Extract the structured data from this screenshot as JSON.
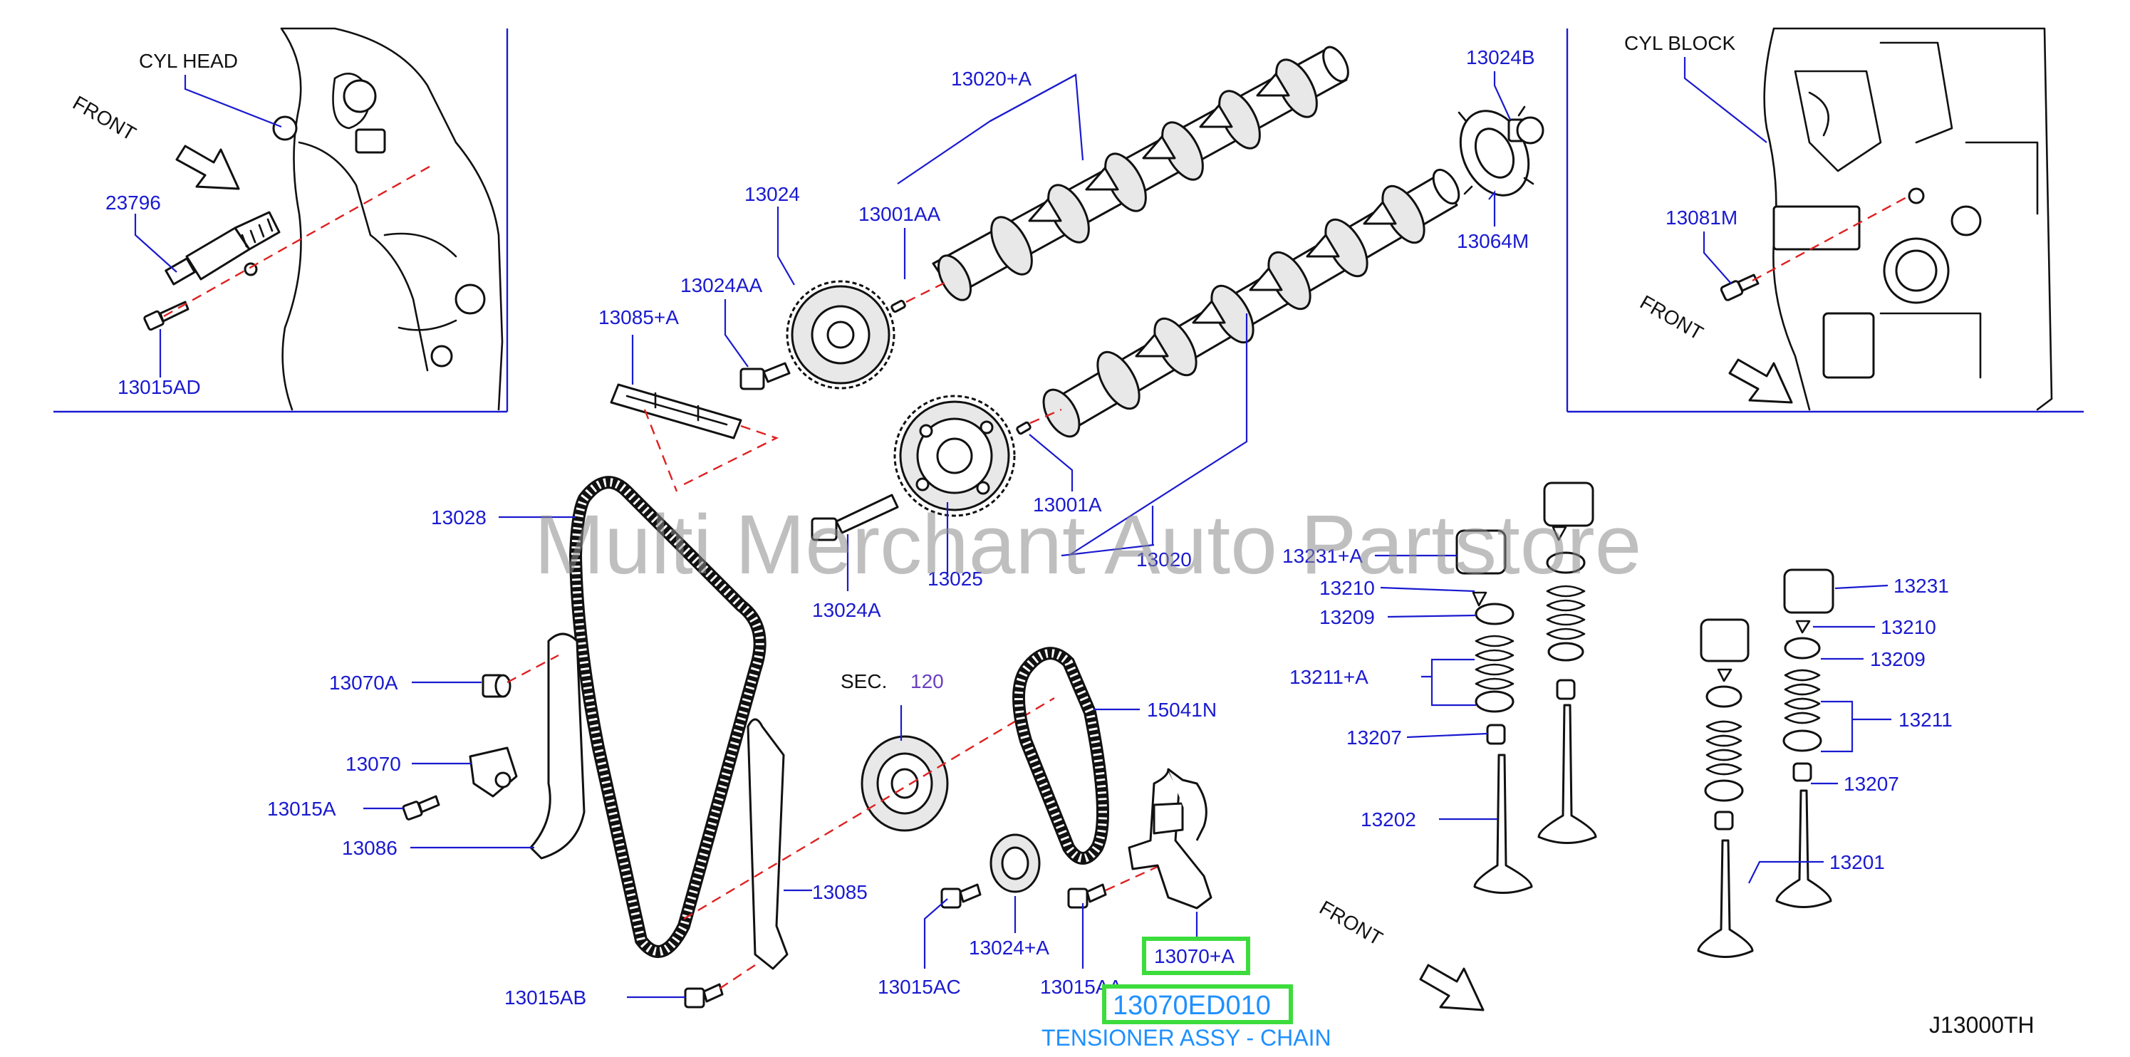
{
  "watermark": "Multi Merchant Auto Partstore",
  "diagram_code": "J13000TH",
  "inset_left": {
    "ref_label": "CYL  HEAD",
    "direction_label": "FRONT"
  },
  "inset_right": {
    "ref_label": "CYL  BLOCK",
    "direction_label": "FRONT"
  },
  "front_bottom_label": "FRONT",
  "section_ref": {
    "prefix": "SEC.",
    "number": "120"
  },
  "highlight": {
    "callout": "13070+A",
    "part_number": "13070ED010",
    "description": "TENSIONER ASSY - CHAIN",
    "box_color": "#3ddc3d",
    "pn_color": "#1e90ff"
  },
  "part_labels": {
    "p23796": "23796",
    "p13015AD": "13015AD",
    "p13020A": "13020+A",
    "p13024": "13024",
    "p13001AA": "13001AA",
    "p13024AA": "13024AA",
    "p13085A": "13085+A",
    "p13024B": "13024B",
    "p13064M": "13064M",
    "p13081M": "13081M",
    "p13028": "13028",
    "p13001A": "13001A",
    "p13020": "13020",
    "p13024A": "13024A",
    "p13025": "13025",
    "p13231A": "13231+A",
    "p13210a": "13210",
    "p13209a": "13209",
    "p13211A": "13211+A",
    "p13207a": "13207",
    "p13202": "13202",
    "p13231": "13231",
    "p13210b": "13210",
    "p13209b": "13209",
    "p13211": "13211",
    "p13207b": "13207",
    "p13201": "13201",
    "p13070A": "13070A",
    "p13070": "13070",
    "p13015A": "13015A",
    "p13086": "13086",
    "p15041N": "15041N",
    "p13085": "13085",
    "p13024Ap": "13024+A",
    "p13015AC": "13015AC",
    "p13015AA": "13015AA",
    "p13015AB": "13015AB"
  }
}
